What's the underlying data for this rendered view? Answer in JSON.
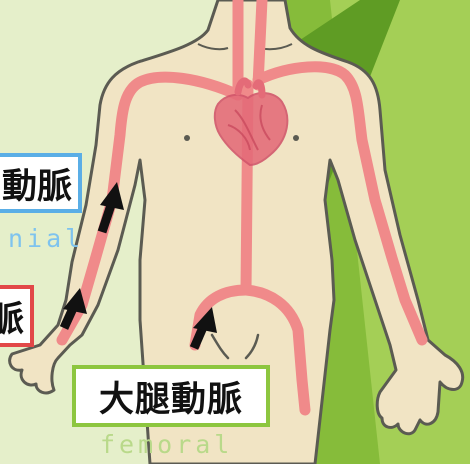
{
  "labels": {
    "brachial": {
      "ja": "動脈",
      "en": "nial"
    },
    "radial": {
      "ja": "脈"
    },
    "femoral": {
      "ja": "大腿動脈",
      "en": "femoral"
    }
  },
  "colors": {
    "background_light": "#dcecc0",
    "background_green": "#8ec43e",
    "background_dark": "#5d9a24",
    "skin": "#f1e4c4",
    "outline": "#5b5b52",
    "artery": "#f08a8a",
    "heart": "#e46b78",
    "arrow": "#111111",
    "brachial_border": "#5aaee6",
    "radial_border": "#e24848",
    "femoral_border": "#8dc63f",
    "brachial_text_en": "#7ec3ee",
    "femoral_text_en": "#b9d98a"
  }
}
